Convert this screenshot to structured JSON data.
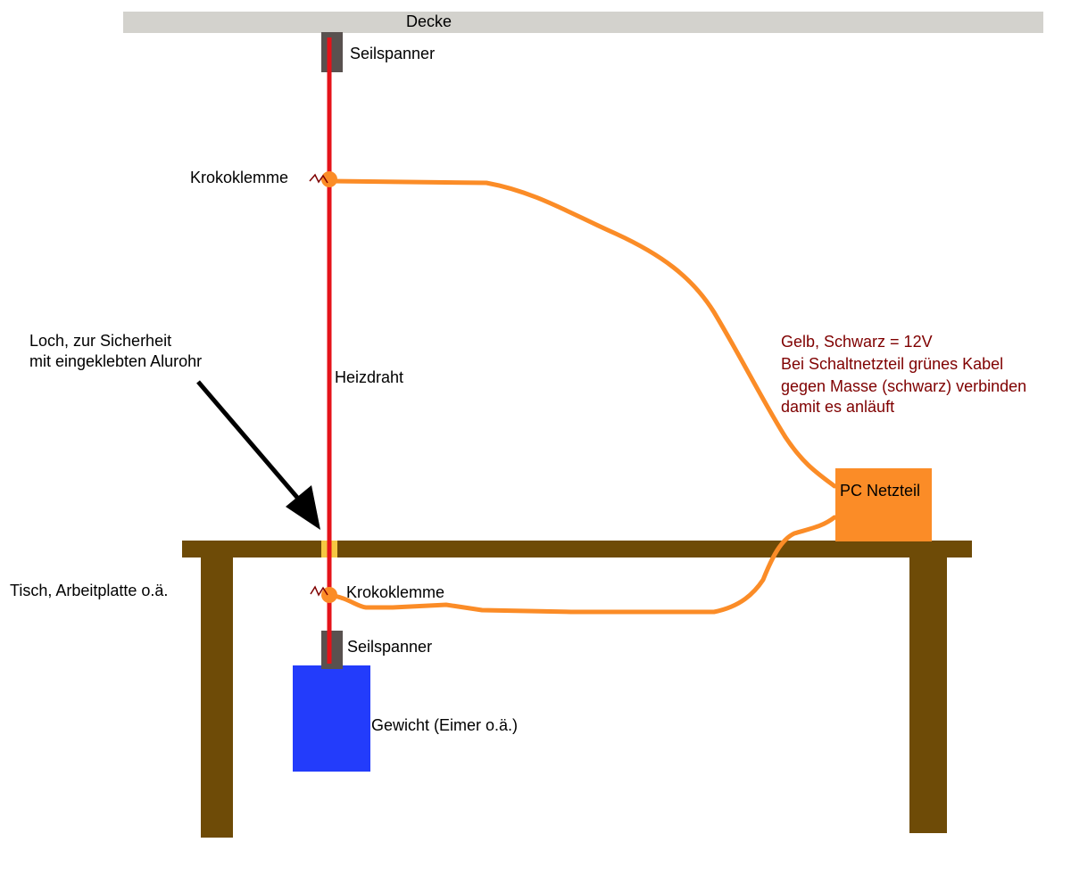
{
  "labels": {
    "ceiling": "Decke",
    "tensioner_top": "Seilspanner",
    "clip_top": "Krokoklemme",
    "heating_wire": "Heizdraht",
    "hole_line1": "Loch, zur Sicherheit",
    "hole_line2": "mit eingeklebten Alurohr",
    "psu_note_line1": "Gelb, Schwarz = 12V",
    "psu_note_line2": "Bei Schaltnetzteil grünes Kabel",
    "psu_note_line3": "gegen Masse (schwarz) verbinden",
    "psu_note_line4": "damit es anläuft",
    "psu": "PC Netzteil",
    "table": "Tisch, Arbeitplatte o.ä.",
    "clip_bottom": "Krokoklemme",
    "tensioner_bottom": "Seilspanner",
    "weight": "Gewicht (Eimer o.ä.)"
  },
  "colors": {
    "ceiling": "#d3d2cd",
    "tensioner": "#59514f",
    "wire": "#e5131a",
    "cable": "#fb8c27",
    "table": "#6e4b07",
    "psu": "#fb8c27",
    "weight": "#233cfb",
    "note_text": "#7f0000",
    "text": "#000000",
    "hole_tube": "#f5c842"
  }
}
